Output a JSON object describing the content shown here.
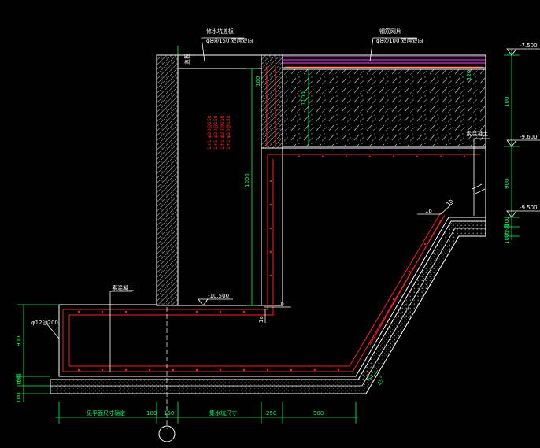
{
  "colors": {
    "background": "#000000",
    "concrete": "#ffffff",
    "rebar": "#ff2020",
    "dimension": "#00ff66",
    "waterproof": "#cc33cc",
    "hatch": "#9a9a9a",
    "cyan": "#33ffff"
  },
  "labels": {
    "top_callout_text": "修水坑盖板",
    "top_callout_sub": "φ8@150 双层双向",
    "right_callout_text": "钢筋网片",
    "right_callout_sub": "φ8@100 双层双向",
    "red_note_1": "1+1 φ20@150",
    "red_note_2": "1+1 φ20@150",
    "red_note_3": "1+1 φ20@150",
    "red_note_4": "1+1 φ20@150",
    "side_callout_right": "素混凝土",
    "side_callout_left": "素混凝土",
    "bottom_rebar_note": "φ12@200",
    "small_top_tag": "盖板",
    "label_1o_a": "1o",
    "label_1o_b": "1o",
    "label_1o_c": "1o",
    "label_1o_d": "1o",
    "left_tag_1": "垫层",
    "right_tag_1": "垫层",
    "circle_axis": ""
  },
  "elevations": {
    "top": "-7.500",
    "middle": "-9.600",
    "lower": "-9.500",
    "pit_bottom": "-10.500"
  },
  "dimensions": {
    "right_1": "100",
    "right_2": "900",
    "right_3": "100",
    "right_4": "100",
    "pit_depth": "1000",
    "wall_top": "100",
    "cover": "120",
    "fill": "1100",
    "left_1": "900",
    "left_2": "100",
    "left_3": "100",
    "bottom_1": "见平面尺寸确定",
    "bottom_2": "100",
    "bottom_3": "150",
    "bottom_4": "集水坑尺寸",
    "bottom_5": "250",
    "bottom_6": "900",
    "angle": "45°"
  }
}
